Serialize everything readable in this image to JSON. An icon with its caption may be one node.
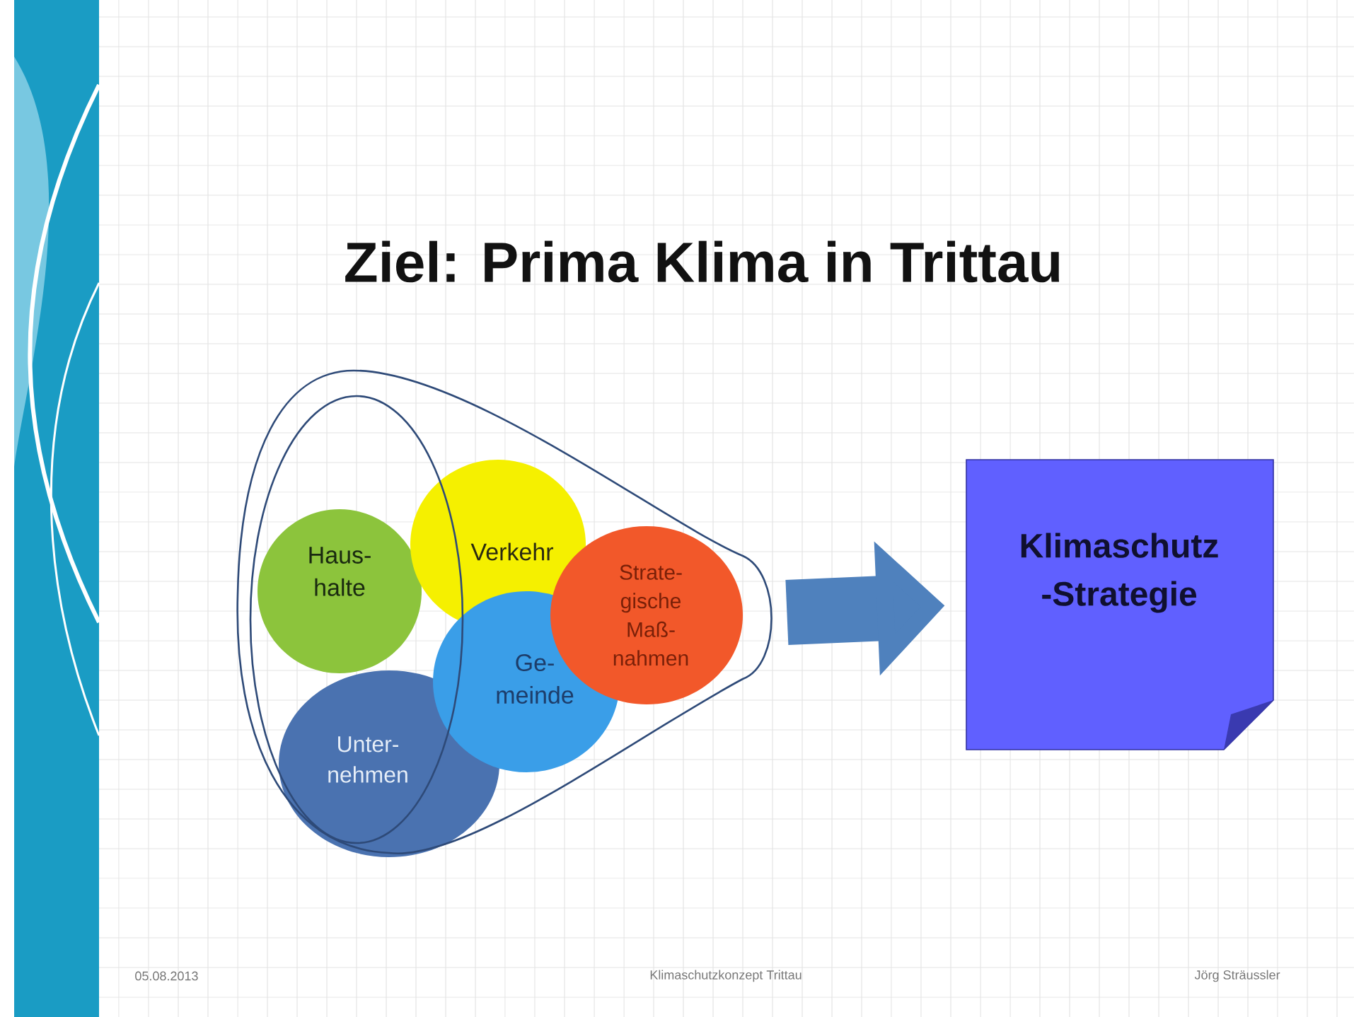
{
  "diagram": {
    "title": "Ziel: Prima Klima in Trittau",
    "nodes": [
      {
        "text": [],
        "shape": "funnel"
      },
      {
        "text": [],
        "shape": "ellipse",
        "in": 0
      },
      {
        "text": [
          "Haus- halte"
        ],
        "in": 1
      },
      {
        "text": [
          "Verkehr"
        ],
        "in": 0
      },
      {
        "text": [
          "Unter- nehmen"
        ],
        "in": 0
      },
      {
        "text": [
          "Ge- meinde"
        ],
        "in": 0
      },
      {
        "text": [
          "Strate- gische Maß- nahmen"
        ],
        "in": 0
      },
      {
        "text": [
          "Klimaschutz -Strategie"
        ]
      }
    ],
    "edges": [
      {
        "from": 0,
        "to": 7,
        "arrow": "to"
      }
    ],
    "labels": [
      "05.08.2013",
      "Klimaschutzkonzept Trittau",
      "Jörg Sträussler"
    ]
  }
}
